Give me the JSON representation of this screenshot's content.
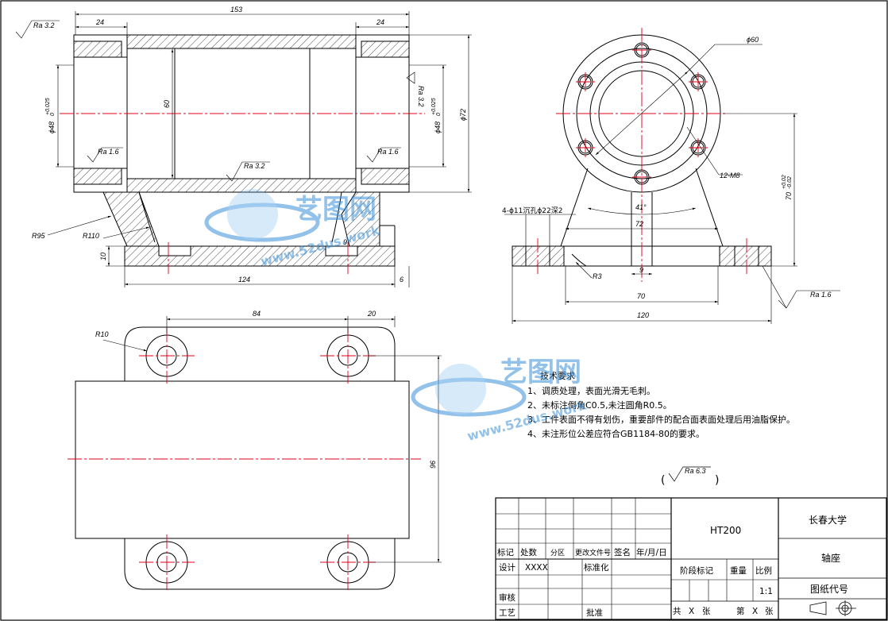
{
  "dims": {
    "top_overall": "153",
    "top_left": "24",
    "top_right": "24",
    "ra_top_left": "Ra 3.2",
    "ra_inner_left": "Ra 1.6",
    "ra_inner_right": "Ra 1.6",
    "ra_right_bore": "Ra 3.2",
    "ra_bottom_bore": "Ra 3.2",
    "dia_left": "ϕ48",
    "tol_left": "+0.025",
    "tol_left_low": "0",
    "dia_right": "ϕ48",
    "tol_right": "+0.025",
    "tol_right_low": "0",
    "inner_60": "60",
    "outer_72": "ϕ72",
    "r95": "R95",
    "r110": "R110",
    "h10": "10",
    "base_9": "9",
    "base_124": "124",
    "base_6": "6",
    "phi60": "ϕ60",
    "m8": "12-M8",
    "angle": "41°",
    "hole_spec": "4-ϕ11沉孔ϕ22深2",
    "w72": "72",
    "h70": "70",
    "h70_tol_up": "+0.02",
    "h70_tol_low": "-0.02",
    "r3": "R3",
    "w9": "9",
    "w70": "70",
    "w120": "120",
    "ra_side": "Ra 1.6",
    "plan_84": "84",
    "plan_20": "20",
    "plan_r10": "R10",
    "plan_96": "96",
    "ra_general": "Ra 6.3"
  },
  "notes": {
    "title": "技术要求",
    "lines": [
      "1、调质处理，表面光滑无毛刺。",
      "2、未标注倒角C0.5,未注圆角R0.5。",
      "3、工件表面不得有划伤，重要部件的配合面表面处理后用油脂保护。",
      "4、未注形位公差应符合GB1184-80的要求。"
    ]
  },
  "title_block": {
    "material": "HT200",
    "school": "长春大学",
    "part_name": "轴座",
    "drawing_no": "图纸代号",
    "stage_mark": "阶段标记",
    "weight": "重量",
    "scale_label": "比例",
    "scale": "1:1",
    "mark": "标记",
    "count": "处数",
    "zone": "分区",
    "change_doc": "更改文件号",
    "signature": "签名",
    "date": "年/月/日",
    "design": "设计",
    "designer": "XXXX",
    "standardize": "标准化",
    "check": "审核",
    "process": "工艺",
    "approve": "批准",
    "total": "共",
    "x1": "X",
    "sheets": "张",
    "sheet_no": "第",
    "x2": "X",
    "sheets2": "张"
  },
  "watermark": {
    "cn": "艺图网",
    "url": "www.52dus.work"
  }
}
